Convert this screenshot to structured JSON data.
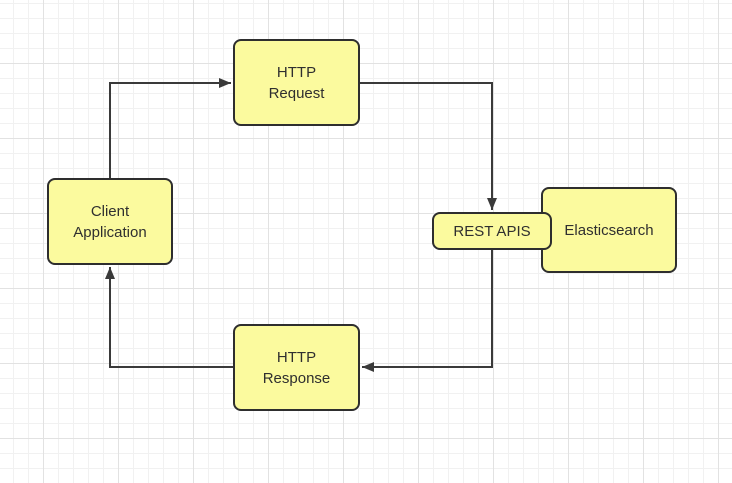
{
  "colors": {
    "canvas_bg": "#FFFFFF",
    "grid_minor": "#F1F1F1",
    "grid_major": "#E2E2E2",
    "node_fill": "#FBFA9E",
    "node_border": "#2E2E2E",
    "connector": "#3A3A3A",
    "text": "#2F2F2F"
  },
  "diagram": {
    "type": "flow-cycle",
    "nodes": {
      "client_application": {
        "label": "Client\nApplication"
      },
      "http_request": {
        "label": "HTTP\nRequest"
      },
      "rest_apis": {
        "label": "REST APIS"
      },
      "elasticsearch": {
        "label": "Elasticsearch"
      },
      "http_response": {
        "label": "HTTP\nResponse"
      }
    },
    "connections": [
      {
        "from": "client_application",
        "to": "http_request",
        "style": "orthogonal-arrow"
      },
      {
        "from": "http_request",
        "to": "rest_apis",
        "style": "orthogonal-arrow"
      },
      {
        "from": "rest_apis",
        "to": "http_response",
        "style": "orthogonal-arrow"
      },
      {
        "from": "http_response",
        "to": "client_application",
        "style": "orthogonal-arrow"
      }
    ]
  }
}
